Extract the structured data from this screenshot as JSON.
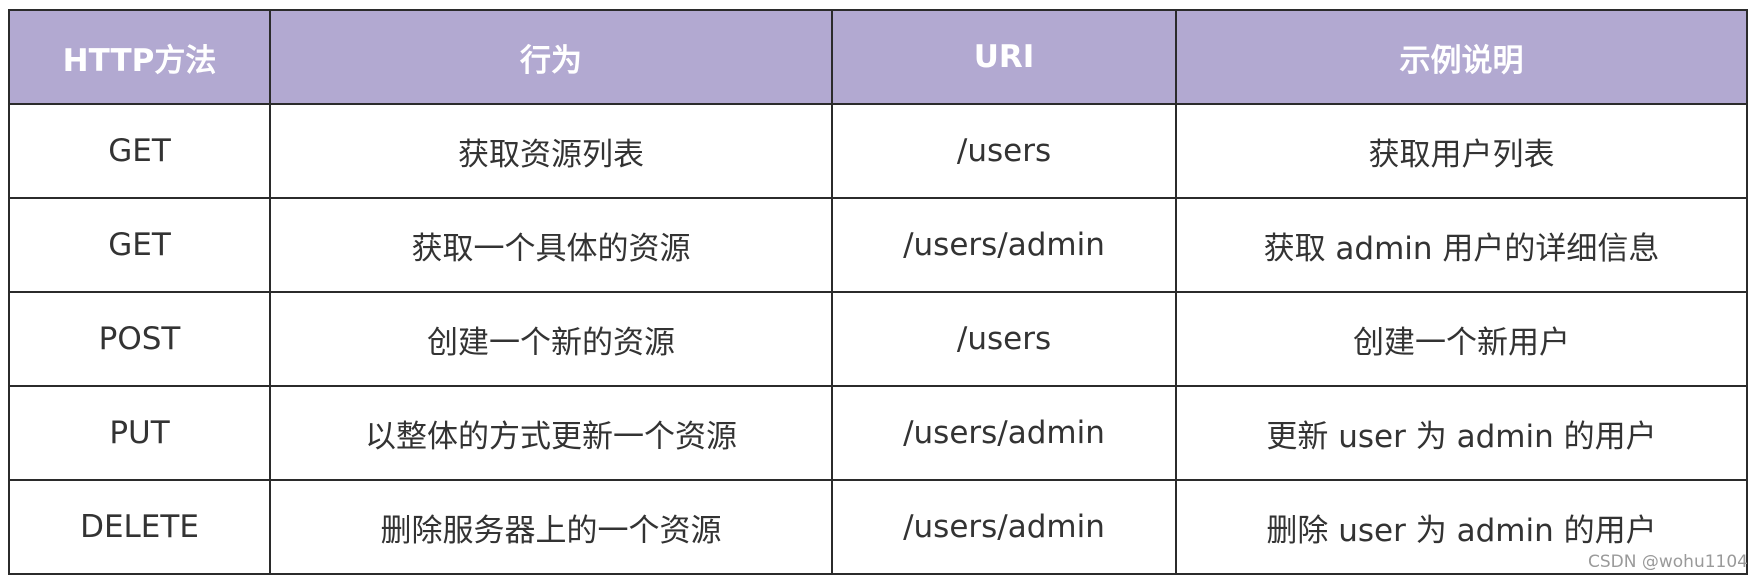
{
  "table": {
    "headers": [
      "HTTP方法",
      "行为",
      "URI",
      "示例说明"
    ],
    "rows": [
      [
        "GET",
        "获取资源列表",
        "/users",
        "获取用户列表"
      ],
      [
        "GET",
        "获取一个具体的资源",
        "/users/admin",
        "获取 admin 用户的详细信息"
      ],
      [
        "POST",
        "创建一个新的资源",
        "/users",
        "创建一个新用户"
      ],
      [
        "PUT",
        "以整体的方式更新一个资源",
        "/users/admin",
        "更新 user 为 admin 的用户"
      ],
      [
        "DELETE",
        "删除服务器上的一个资源",
        "/users/admin",
        "删除 user 为 admin 的用户"
      ]
    ]
  },
  "watermark": "CSDN @wohu1104",
  "colors": {
    "header_bg": "#b2a9d1",
    "header_text": "#ffffff",
    "border": "#2b2b2b",
    "cell_text": "#333333"
  }
}
